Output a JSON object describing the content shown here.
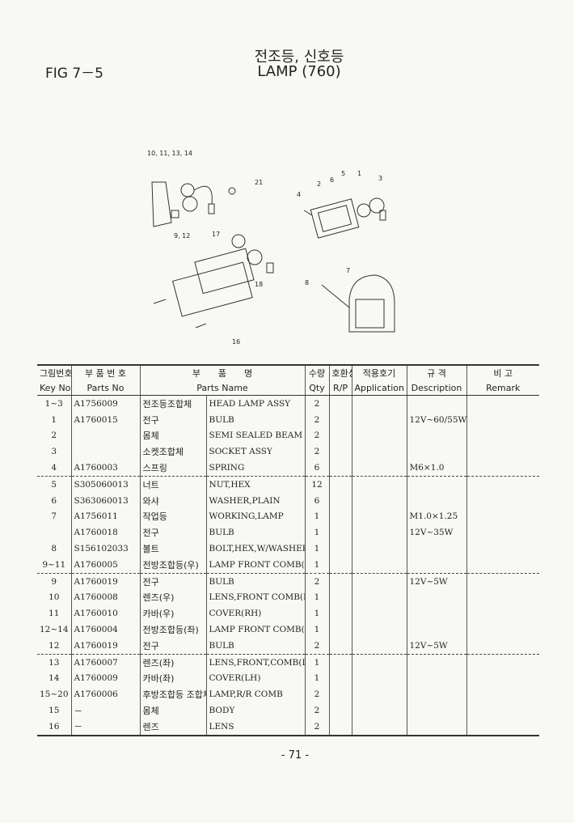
{
  "fig_label": "FIG 7－5",
  "title_korean": "전조등, 신호등",
  "title_english": "LAMP (760)",
  "diagram_callouts": [
    "10, 11, 13, 14",
    "21",
    "9, 12",
    "17",
    "18",
    "16",
    "6",
    "5",
    "1",
    "3",
    "2",
    "4",
    "7",
    "8"
  ],
  "headers": {
    "key_k": "그림번호",
    "key": "Key No",
    "partno_k": "부 품 번 호",
    "partno": "Parts No",
    "name_k": "부　　품　　명",
    "name": "Parts Name",
    "qty_k": "수량",
    "qty": "Qty",
    "rp_k": "호환성",
    "rp": "R/P",
    "app_k": "적용호기",
    "app": "Application",
    "desc_k": "규 격",
    "desc": "Description",
    "rem_k": "비 고",
    "rem": "Remark"
  },
  "rows": [
    {
      "key": "1~3",
      "part": "A1756009",
      "kname": "전조등조합체",
      "name": "HEAD LAMP ASSY",
      "qty": "2",
      "desc": ""
    },
    {
      "key": "1",
      "part": "A1760015",
      "kname": "전구",
      "name": "BULB",
      "qty": "2",
      "desc": "12V~60/55W"
    },
    {
      "key": "2",
      "part": "",
      "kname": "몸체",
      "name": "SEMI SEALED BEAM",
      "qty": "2",
      "desc": ""
    },
    {
      "key": "3",
      "part": "",
      "kname": "소켓조합체",
      "name": "SOCKET ASSY",
      "qty": "2",
      "desc": ""
    },
    {
      "key": "4",
      "part": "A1760003",
      "kname": "스프링",
      "name": "SPRING",
      "qty": "6",
      "desc": "M6×1.0"
    },
    {
      "key": "5",
      "part": "S305060013",
      "kname": "너트",
      "name": "NUT,HEX",
      "qty": "12",
      "desc": ""
    },
    {
      "key": "6",
      "part": "S363060013",
      "kname": "와샤",
      "name": "WASHER,PLAIN",
      "qty": "6",
      "desc": ""
    },
    {
      "key": "7",
      "part": "A1756011",
      "kname": "작업등",
      "name": "WORKING,LAMP",
      "qty": "1",
      "desc": "M1.0×1.25"
    },
    {
      "key": "",
      "part": "A1760018",
      "kname": "전구",
      "name": "BULB",
      "qty": "1",
      "desc": "12V~35W"
    },
    {
      "key": "8",
      "part": "S156102033",
      "kname": "볼트",
      "name": "BOLT,HEX,W/WASHER",
      "qty": "1",
      "desc": ""
    },
    {
      "key": "9~11",
      "part": "A1760005",
      "kname": "전방조합등(우)",
      "name": "LAMP FRONT COMB(RH)",
      "qty": "1",
      "desc": ""
    },
    {
      "key": "9",
      "part": "A1760019",
      "kname": "전구",
      "name": "BULB",
      "qty": "2",
      "desc": "12V~5W"
    },
    {
      "key": "10",
      "part": "A1760008",
      "kname": "렌즈(우)",
      "name": "LENS,FRONT COMB(RH)",
      "qty": "1",
      "desc": ""
    },
    {
      "key": "11",
      "part": "A1760010",
      "kname": "카바(우)",
      "name": "COVER(RH)",
      "qty": "1",
      "desc": ""
    },
    {
      "key": "12~14",
      "part": "A1760004",
      "kname": "전방조합등(좌)",
      "name": "LAMP FRONT COMB(LH)",
      "qty": "1",
      "desc": ""
    },
    {
      "key": "12",
      "part": "A1760019",
      "kname": "전구",
      "name": "BULB",
      "qty": "2",
      "desc": "12V~5W"
    },
    {
      "key": "13",
      "part": "A1760007",
      "kname": "렌즈(좌)",
      "name": "LENS,FRONT,COMB(LH)",
      "qty": "1",
      "desc": ""
    },
    {
      "key": "14",
      "part": "A1760009",
      "kname": "카바(좌)",
      "name": "COVER(LH)",
      "qty": "1",
      "desc": ""
    },
    {
      "key": "15~20",
      "part": "A1760006",
      "kname": "후방조합등 조합체",
      "name": "LAMP,R/R COMB",
      "qty": "2",
      "desc": ""
    },
    {
      "key": "15",
      "part": "－",
      "kname": "몸체",
      "name": "BODY",
      "qty": "2",
      "desc": ""
    },
    {
      "key": "16",
      "part": "－",
      "kname": "렌즈",
      "name": "LENS",
      "qty": "2",
      "desc": ""
    }
  ],
  "separators_after": [
    4,
    10,
    15
  ],
  "page_number": "- 71 -"
}
